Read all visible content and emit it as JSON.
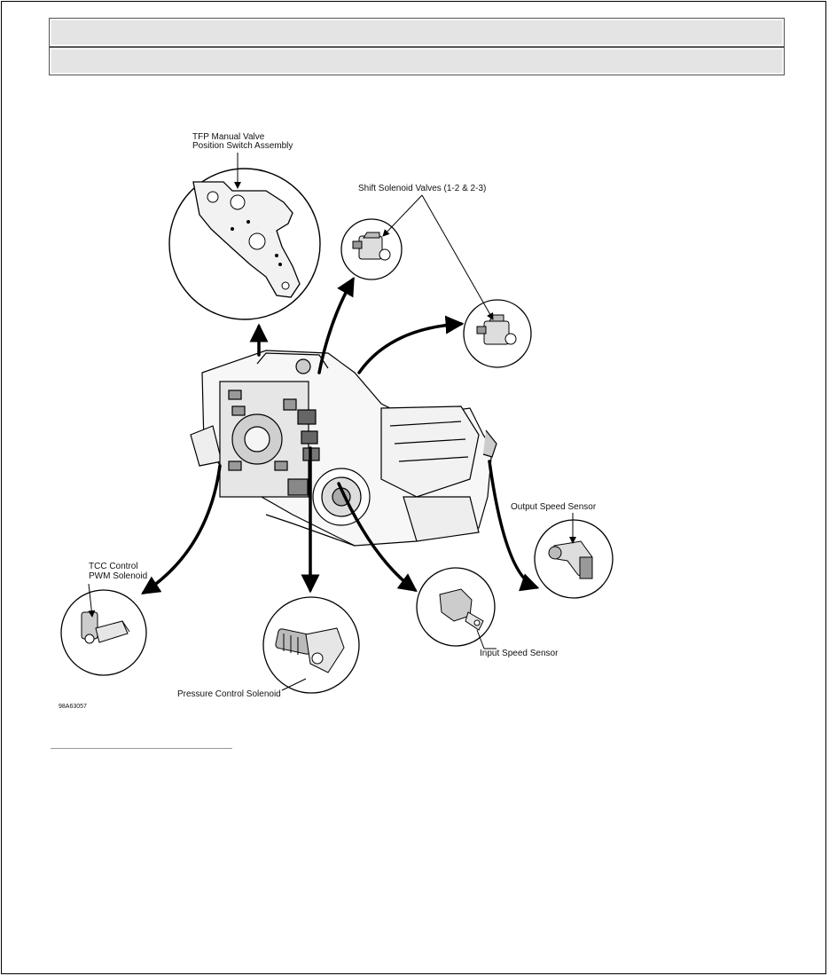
{
  "header": {
    "bar1_text": "",
    "bar2_text": ""
  },
  "labels": {
    "tfp_line1": "TFP Manual Valve",
    "tfp_line2": "Position Switch Assembly",
    "shift_solenoid": "Shift Solenoid Valves (1-2 & 2-3)",
    "output_speed_sensor": "Output Speed Sensor",
    "tcc_line1": "TCC Control",
    "tcc_line2": "PWM Solenoid",
    "input_speed_sensor": "Input Speed Sensor",
    "pressure_control": "Pressure Control Solenoid"
  },
  "figure_code": "98A63057"
}
